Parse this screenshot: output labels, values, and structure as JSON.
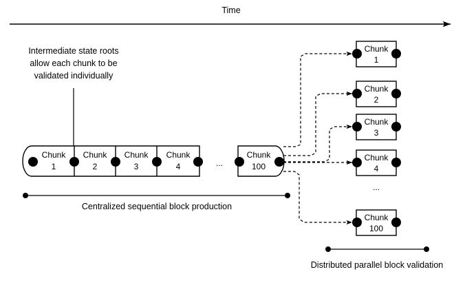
{
  "diagram": {
    "title": "Time",
    "annotation": {
      "lines": [
        "Intermediate state roots",
        "allow each chunk to be",
        "validated individually"
      ]
    },
    "captions": {
      "left": "Centralized sequential block production",
      "right": "Distributed parallel block validation"
    },
    "ellipsis": "...",
    "chunk_word": "Chunk",
    "sequential_chain": {
      "chunks": [
        {
          "name": "Chunk",
          "number": "1"
        },
        {
          "name": "Chunk",
          "number": "2"
        },
        {
          "name": "Chunk",
          "number": "3"
        },
        {
          "name": "Chunk",
          "number": "4"
        }
      ],
      "gap_ellipsis": "...",
      "last_chunk": {
        "name": "Chunk",
        "number": "100"
      }
    },
    "parallel_chunks": [
      {
        "name": "Chunk",
        "number": "1"
      },
      {
        "name": "Chunk",
        "number": "2"
      },
      {
        "name": "Chunk",
        "number": "3"
      },
      {
        "name": "Chunk",
        "number": "4"
      },
      {
        "name": "Chunk",
        "number": "100"
      }
    ],
    "parallel_gap_ellipsis": "...",
    "colors": {
      "stroke": "#000000",
      "fill": "#ffffff",
      "background": "#ffffff"
    }
  }
}
